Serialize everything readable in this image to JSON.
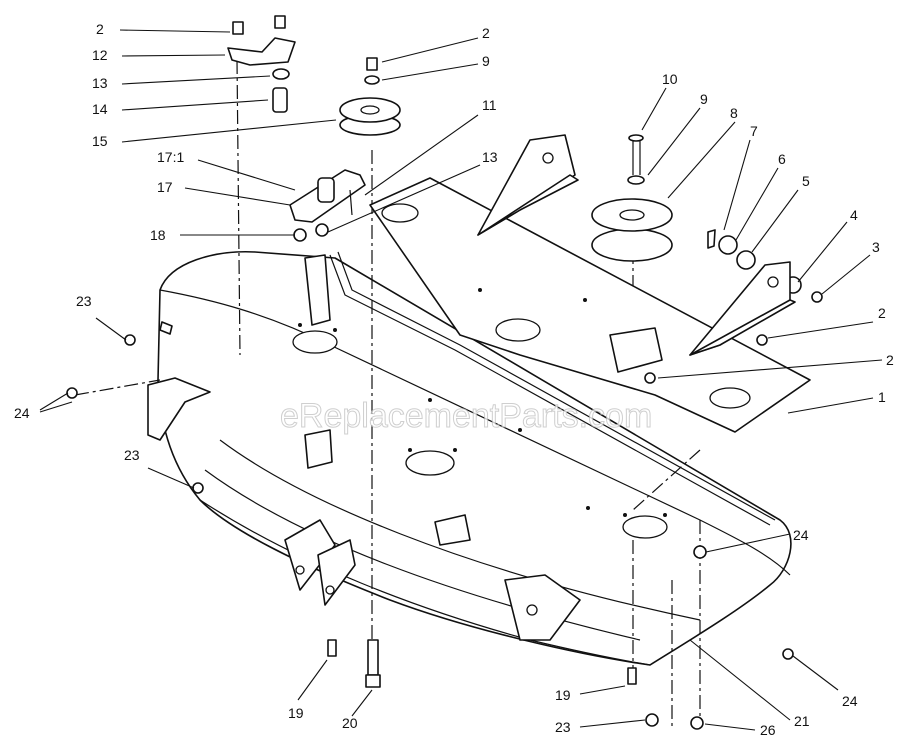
{
  "watermark": "eReplacementParts.com",
  "callouts": [
    {
      "id": "c2a",
      "text": "2"
    },
    {
      "id": "c12",
      "text": "12"
    },
    {
      "id": "c13a",
      "text": "13"
    },
    {
      "id": "c14",
      "text": "14"
    },
    {
      "id": "c15",
      "text": "15"
    },
    {
      "id": "c2b",
      "text": "2"
    },
    {
      "id": "c9a",
      "text": "9"
    },
    {
      "id": "c11",
      "text": "11"
    },
    {
      "id": "c17_1",
      "text": "17:1"
    },
    {
      "id": "c17",
      "text": "17"
    },
    {
      "id": "c13b",
      "text": "13"
    },
    {
      "id": "c18",
      "text": "18"
    },
    {
      "id": "c10",
      "text": "10"
    },
    {
      "id": "c9b",
      "text": "9"
    },
    {
      "id": "c8",
      "text": "8"
    },
    {
      "id": "c7",
      "text": "7"
    },
    {
      "id": "c6",
      "text": "6"
    },
    {
      "id": "c5",
      "text": "5"
    },
    {
      "id": "c4",
      "text": "4"
    },
    {
      "id": "c3",
      "text": "3"
    },
    {
      "id": "c2c",
      "text": "2"
    },
    {
      "id": "c2d",
      "text": "2"
    },
    {
      "id": "c1",
      "text": "1"
    },
    {
      "id": "c23a",
      "text": "23"
    },
    {
      "id": "c24a",
      "text": "24"
    },
    {
      "id": "c23b",
      "text": "23"
    },
    {
      "id": "c24b",
      "text": "24"
    },
    {
      "id": "c24c",
      "text": "24"
    },
    {
      "id": "c19a",
      "text": "19"
    },
    {
      "id": "c20",
      "text": "20"
    },
    {
      "id": "c19b",
      "text": "19"
    },
    {
      "id": "c23c",
      "text": "23"
    },
    {
      "id": "c26",
      "text": "26"
    },
    {
      "id": "c21",
      "text": "21"
    }
  ]
}
